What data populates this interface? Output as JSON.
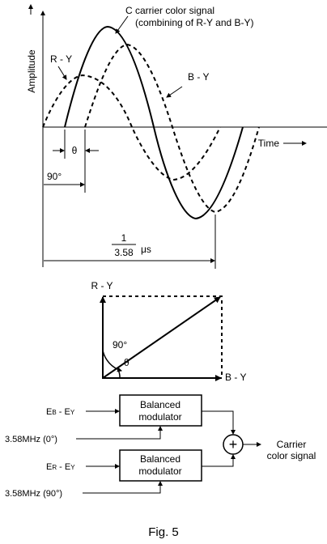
{
  "waveform": {
    "ylabel": "Amplitude",
    "xlabel": "Time",
    "carrier_label_line1": "C carrier color signal",
    "carrier_label_line2": "(combining of R-Y and B-Y)",
    "ry_label": "R - Y",
    "by_label": "B - Y",
    "theta_label": "θ",
    "ninety_label": "90°",
    "period_numerator": "1",
    "period_denominator": "3.58",
    "period_unit": "μs"
  },
  "vector": {
    "ry_label": "R - Y",
    "by_label": "B - Y",
    "ninety_label": "90°",
    "theta_label": "θ"
  },
  "block": {
    "input_eb": "EB - EY",
    "input_er": "ER - EY",
    "osc_0": "3.58MHz (0°)",
    "osc_90": "3.58MHz (90°)",
    "modulator_line1": "Balanced",
    "modulator_line2": "modulator",
    "sum_symbol": "+",
    "output_line1": "Carrier",
    "output_line2": "color signal"
  },
  "caption": "Fig. 5"
}
